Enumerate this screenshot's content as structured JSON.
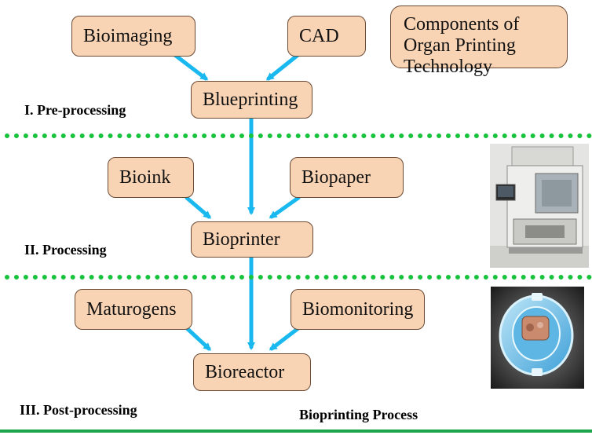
{
  "title": "Components of Organ Printing Technology",
  "inputs": {
    "bioimaging": "Bioimaging",
    "cad": "CAD",
    "bioink": "Bioink",
    "biopaper": "Biopaper",
    "maturogens": "Maturogens",
    "biomonitoring": "Biomonitoring"
  },
  "outputs": {
    "blueprinting": "Blueprinting",
    "bioprinter": "Bioprinter",
    "bioreactor": "Bioreactor"
  },
  "stages": {
    "pre": "I. Pre-processing",
    "processing": "II. Processing",
    "post": "III. Post-processing"
  },
  "caption": "Bioprinting Process",
  "colors": {
    "box_fill": "#f9d4b4",
    "box_border": "#6b4a35",
    "arrow": "#19b9ef",
    "divider": "#17c23c"
  }
}
